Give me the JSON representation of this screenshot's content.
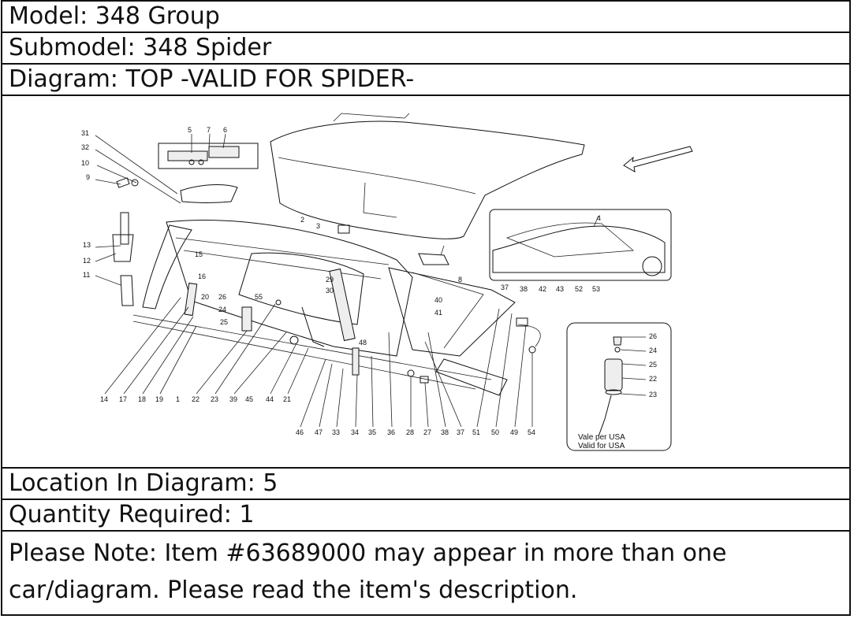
{
  "model_line": "Model: 348 Group",
  "submodel_line": "Submodel: 348 Spider",
  "diagram_line": "Diagram: TOP -VALID FOR SPIDER-",
  "location_line": "Location In Diagram: 5",
  "quantity_line": "Quantity Required: 1",
  "note_line1": "Please Note: Item #63689000 may appear in more than one",
  "note_line2": "car/diagram. Please read the item's description.",
  "diagram": {
    "callouts_top": [
      "5",
      "7",
      "6"
    ],
    "callouts_left": [
      "31",
      "32",
      "10",
      "9",
      "13",
      "12",
      "11"
    ],
    "callouts_center": [
      "2",
      "3",
      "15",
      "16",
      "20",
      "26",
      "24",
      "25",
      "55",
      "29",
      "30",
      "8",
      "40",
      "41",
      "48",
      "4"
    ],
    "callouts_right_row": [
      "37",
      "38",
      "42",
      "43",
      "52",
      "53"
    ],
    "callouts_bottom": [
      "14",
      "17",
      "18",
      "19",
      "1",
      "22",
      "23",
      "39",
      "45",
      "44",
      "21",
      "46",
      "47",
      "33",
      "34",
      "35",
      "36",
      "28",
      "27",
      "38",
      "37",
      "51",
      "50",
      "49",
      "54"
    ],
    "inset_callouts": [
      "26",
      "24",
      "25",
      "22",
      "23"
    ],
    "inset_caption_1": "Vale per USA",
    "inset_caption_2": "Valid for USA"
  }
}
